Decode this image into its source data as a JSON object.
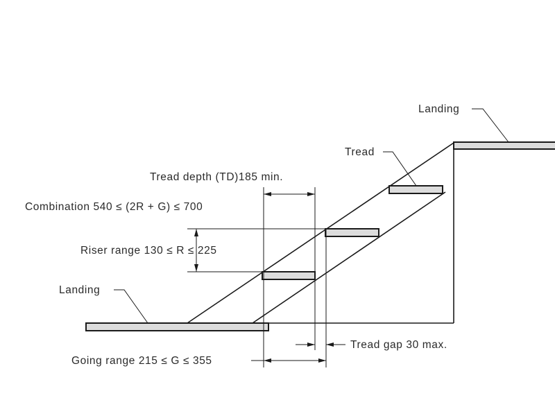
{
  "labels": {
    "landing_top": "Landing",
    "landing_bottom": "Landing",
    "tread": "Tread",
    "tread_depth": "Tread depth (TD)185 min.",
    "combination": "Combination 540 ≤ (2R + G) ≤ 700",
    "riser_range": "Riser range 130 ≤ R ≤ 225",
    "tread_gap": "Tread gap 30 max.",
    "going_range": "Going range 215 ≤ G ≤ 355"
  },
  "colors": {
    "line": "#1a1a1a",
    "plate_fill": "#dcdcdc",
    "text": "#2a2a2a"
  }
}
